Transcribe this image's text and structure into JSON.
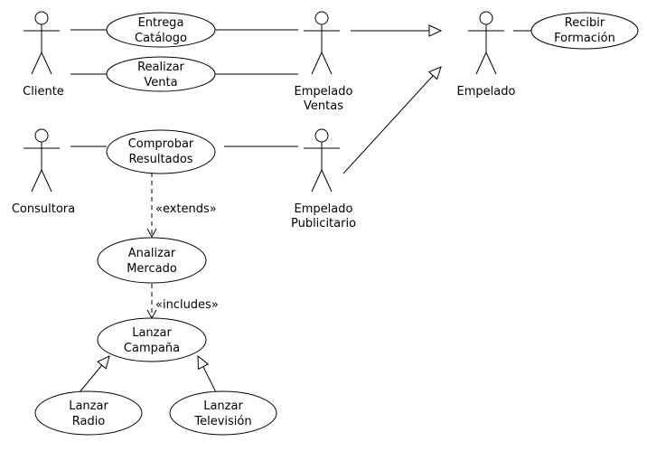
{
  "actors": {
    "cliente": "Cliente",
    "consultora": "Consultora",
    "ventas": [
      "Empelado",
      "Ventas"
    ],
    "publicitario": [
      "Empelado",
      "Publicitario"
    ],
    "empelado": "Empelado"
  },
  "use_cases": {
    "entrega": [
      "Entrega",
      "Catálogo"
    ],
    "realizar": [
      "Realizar",
      "Venta"
    ],
    "comprobar": [
      "Comprobar",
      "Resultados"
    ],
    "analizar": [
      "Analizar",
      "Mercado"
    ],
    "lanzar_campana": [
      "Lanzar",
      "Campaña"
    ],
    "lanzar_radio": [
      "Lanzar",
      "Radio"
    ],
    "lanzar_tv": [
      "Lanzar",
      "Televisión"
    ],
    "recibir": [
      "Recibir",
      "Formación"
    ]
  },
  "relations": {
    "extends": "«extends»",
    "includes": "«includes»"
  }
}
